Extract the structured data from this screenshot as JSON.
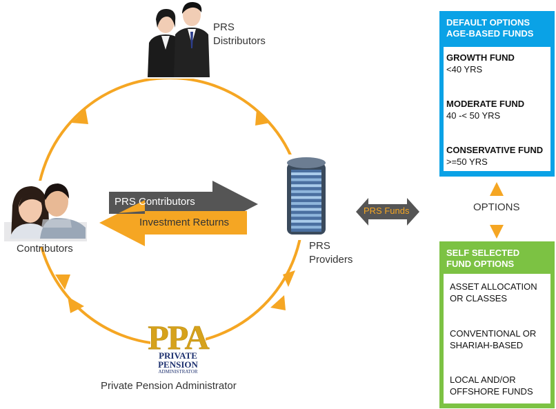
{
  "colors": {
    "orange": "#f5a623",
    "gray_arrow": "#555555",
    "blue_panel": "#0aa2e6",
    "green_panel": "#7cc243"
  },
  "nodes": {
    "distributors": {
      "line1": "PRS",
      "line2": "Distributors",
      "icon": "business-people-icon"
    },
    "contributors": {
      "label": "Contributors",
      "icon": "couple-photo-icon"
    },
    "providers": {
      "line1": "PRS",
      "line2": "Providers",
      "icon": "building-icon"
    },
    "ppa": {
      "logo_letters": "PPA",
      "logo_line1": "PRIVATE",
      "logo_line2": "PENSION",
      "logo_line3": "ADMINISTRATOR",
      "label": "Private Pension Administrator"
    }
  },
  "arrows": {
    "contributors_label": "PRS Contributors",
    "returns_label": "Investment Returns",
    "funds_label": "PRS Funds"
  },
  "options_label": "OPTIONS",
  "default_panel": {
    "title_line1": "DEFAULT OPTIONS",
    "title_line2": "AGE-BASED FUNDS",
    "funds": [
      {
        "name": "GROWTH FUND",
        "range": "<40 YRS"
      },
      {
        "name": "MODERATE FUND",
        "range": "40 -< 50 YRS"
      },
      {
        "name": "CONSERVATIVE FUND",
        "range": ">=50 YRS"
      }
    ]
  },
  "self_panel": {
    "title_line1": "SELF SELECTED",
    "title_line2": "FUND OPTIONS",
    "items": [
      {
        "line1": "ASSET ALLOCATION",
        "line2": "OR CLASSES"
      },
      {
        "line1": "CONVENTIONAL OR",
        "line2": "SHARIAH-BASED"
      },
      {
        "line1": "LOCAL AND/OR",
        "line2": "OFFSHORE FUNDS"
      }
    ]
  }
}
